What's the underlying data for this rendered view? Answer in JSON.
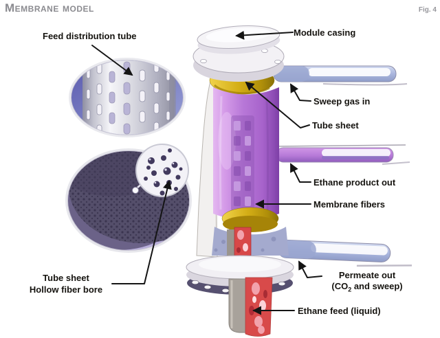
{
  "figure": {
    "title": "Membrane model",
    "fig_label": "Fig. 4"
  },
  "labels": {
    "feed_distribution_tube": "Feed distribution tube",
    "module_casing": "Module casing",
    "sweep_gas_in": "Sweep gas in",
    "tube_sheet_right": "Tube sheet",
    "ethane_product_out": "Ethane product out",
    "membrane_fibers": "Membrane fibers",
    "permeate_out_line1": "Permeate out",
    "permeate_out_line2_pre": "(CO",
    "permeate_out_line2_sub": "2",
    "permeate_out_line2_post": " and sweep)",
    "ethane_feed_liquid": "Ethane feed (liquid)",
    "tube_sheet_left_line1": "Tube sheet",
    "tube_sheet_left_line2": "Hollow fiber bore"
  },
  "colors": {
    "membrane_purple": "#b878d8",
    "tube_sheet_gold": "#d4ae16",
    "sweep_blue": "#aab6de",
    "ethane_feed_red": "#d84a4a",
    "casing_white": "#f2f0f3",
    "flange_underside": "#565070",
    "inset_background": "#6a6ab8",
    "title_gray": "#8b8b90"
  }
}
